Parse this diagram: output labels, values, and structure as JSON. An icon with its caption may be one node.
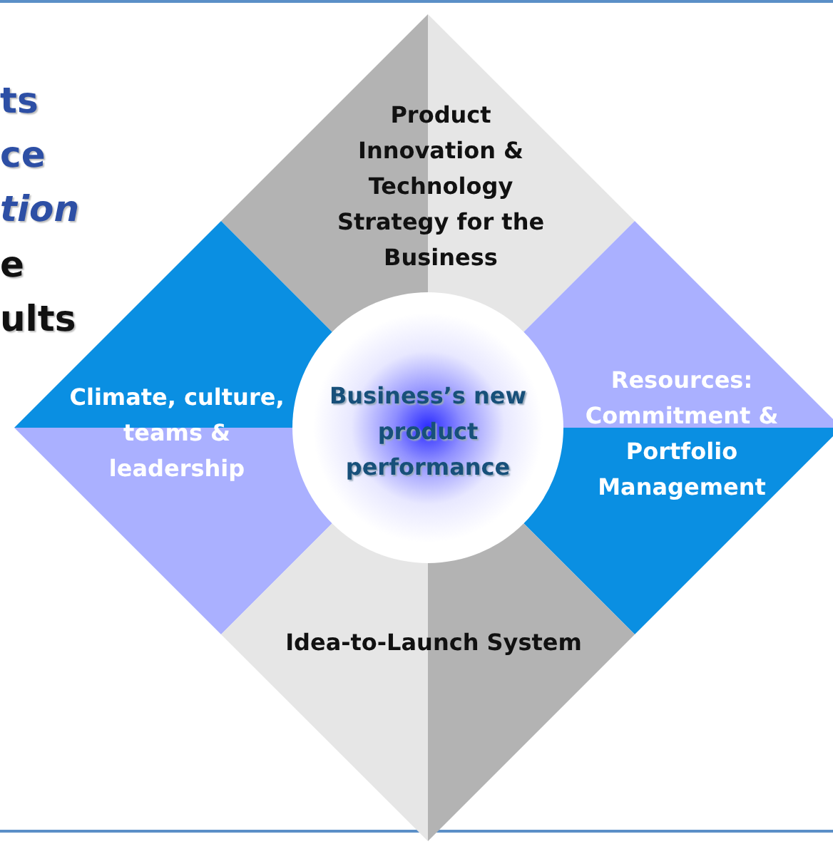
{
  "diagram": {
    "nodes": [
      {
        "text": [
          "Product Innovation & Technology Strategy for the Business"
        ]
      },
      {
        "text": [
          "Climate, culture, teams & leadership"
        ]
      },
      {
        "text": [
          "Business’s new product performance"
        ]
      },
      {
        "text": [
          "Resources: Commitment & Portfolio Management"
        ]
      },
      {
        "text": [
          "Idea-to-Launch System"
        ]
      }
    ],
    "labels": [
      "ts",
      "ce",
      "tion",
      "e",
      "ults"
    ]
  }
}
